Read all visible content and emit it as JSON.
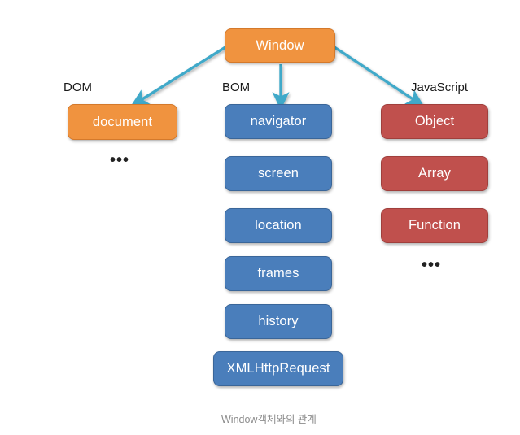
{
  "diagram": {
    "caption": "Window객체와의 관계",
    "colors": {
      "orange": "#F0933F",
      "blue": "#4A7EBB",
      "red": "#C0504D",
      "arrow": "#3FA9C9",
      "background": "#FFFFFF",
      "caption_text": "#8C8C8C",
      "label_text": "#1A1A1A"
    },
    "root": {
      "label": "Window"
    },
    "groups": [
      {
        "name": "dom",
        "label": "DOM",
        "color": "orange",
        "nodes": [
          {
            "label": "document"
          }
        ],
        "ellipsis": "•••"
      },
      {
        "name": "bom",
        "label": "BOM",
        "color": "blue",
        "nodes": [
          {
            "label": "navigator"
          },
          {
            "label": "screen"
          },
          {
            "label": "location"
          },
          {
            "label": "frames"
          },
          {
            "label": "history"
          },
          {
            "label": "XMLHttpRequest"
          }
        ],
        "ellipsis": ""
      },
      {
        "name": "javascript",
        "label": "JavaScript",
        "color": "red",
        "nodes": [
          {
            "label": "Object"
          },
          {
            "label": "Array"
          },
          {
            "label": "Function"
          }
        ],
        "ellipsis": "•••"
      }
    ]
  }
}
